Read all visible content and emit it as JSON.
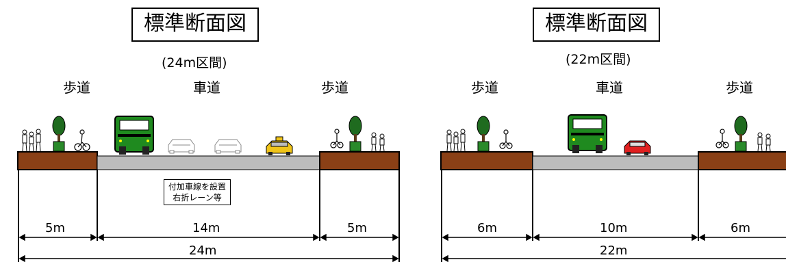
{
  "panels": [
    {
      "title": "標準断面図",
      "subtitle": "(24m区間)",
      "headers": {
        "left": "歩道",
        "center": "車道",
        "right": "歩道"
      },
      "note_lines": [
        "付加車線を設置",
        "右折レーン等"
      ],
      "widths": {
        "left": "5m",
        "center": "14m",
        "right": "5m",
        "total": "24m"
      }
    },
    {
      "title": "標準断面図",
      "subtitle": "(22m区間)",
      "headers": {
        "left": "歩道",
        "center": "車道",
        "right": "歩道"
      },
      "widths": {
        "left": "6m",
        "center": "10m",
        "right": "6m",
        "total": "22m"
      }
    }
  ],
  "colors": {
    "sidewalk": "#8a4016",
    "roadway": "#bcbcbc",
    "bus": "#1f8a1f",
    "taxi": "#f0c419",
    "car": "#e02020",
    "tree": "#1f6b1f"
  },
  "icons": [
    "pedestrian-icon",
    "tree-icon",
    "cyclist-icon",
    "bus-icon",
    "taxi-icon",
    "car-icon",
    "car-outline-icon"
  ]
}
